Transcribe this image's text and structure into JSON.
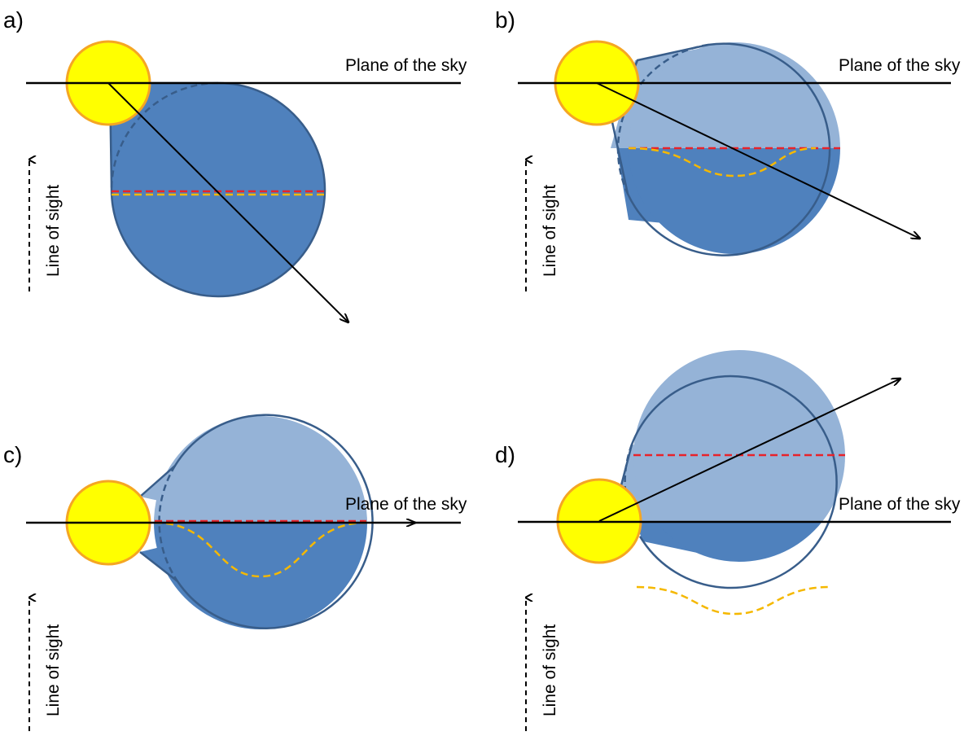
{
  "colors": {
    "cme_dark": "#4f81bd",
    "cme_light": "#95b3d7",
    "cme_edge": "#385d8a",
    "sun_fill": "#ffff00",
    "sun_edge": "#f5a623",
    "red_dash": "#e8232a",
    "orange_dash": "#f5b800"
  },
  "panels": [
    {
      "letter": "a)",
      "sky_label": "Plane of the sky",
      "los_label": "Line of sight"
    },
    {
      "letter": "b)",
      "sky_label": "Plane of the sky",
      "los_label": "Line of sight"
    },
    {
      "letter": "c)",
      "sky_label": "Plane of the sky",
      "los_label": "Line of sight"
    },
    {
      "letter": "d)",
      "sky_label": "Plane of the sky",
      "los_label": "Line of sight"
    }
  ]
}
